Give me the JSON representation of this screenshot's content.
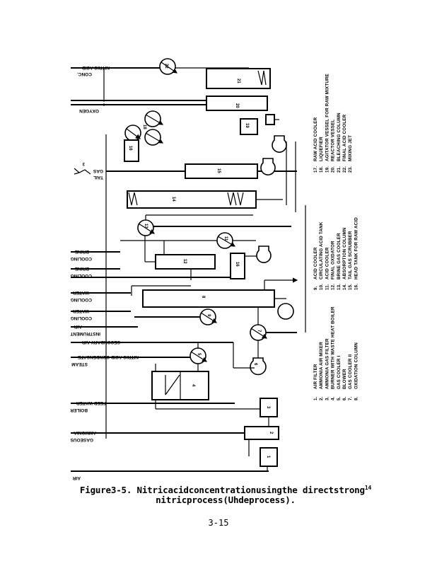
{
  "document": {
    "figure_caption_line1": "Figure3-5. Nitricacidconcentrationusingthe directstrong",
    "figure_caption_line2": "nitricprocess(Uhdeprocess).",
    "caption_reference": "14",
    "page_number": "3-15"
  },
  "stream_labels": {
    "nitric_acid": "NITRIC ACID",
    "conc": "CONC.",
    "oxygen": "OXYGEN",
    "gas": "GAS",
    "tail": "TAIL",
    "tail_gas_item_number": "3",
    "brine_1": "BRINE",
    "cooling_1": "COOLING",
    "brine_2": "BRINE",
    "cooling_2": "COOLING",
    "water_1": "WATER",
    "cooling_3": "COOLING",
    "water_2": "WATER",
    "cooling_4": "COOLING",
    "air_1": "AIR",
    "instrument": "INSTRUMENT",
    "secondary_air": "SECONDARY AIR",
    "nitric_acid_condensate": "NITRIC ACID CONDENSATE",
    "steam": "STEAM",
    "feed_water": "FEED WATER",
    "boiler": "BOILER",
    "ammonia": "AMMONIA",
    "gaseous": "GASEOUS",
    "air_2": "AIR"
  },
  "equipment_numbers": [
    "1",
    "2",
    "3",
    "4",
    "5",
    "6",
    "7",
    "8",
    "9",
    "10",
    "11",
    "12",
    "13",
    "14",
    "15",
    "16",
    "17",
    "18",
    "19",
    "20",
    "21",
    "22",
    "23"
  ],
  "legend": {
    "column1": [
      {
        "num": "1.",
        "text": "AIR FILTER"
      },
      {
        "num": "2.",
        "text": "AMMONIA AIR MIXER"
      },
      {
        "num": "3.",
        "text": "AMMONIA GAS FILTER"
      },
      {
        "num": "4.",
        "text": "BURNER WITH WASTE HEAT BOILER"
      },
      {
        "num": "5.",
        "text": "GAS COOLER I"
      },
      {
        "num": "6.",
        "text": "BLOWER"
      },
      {
        "num": "7.",
        "text": "GAS COOLER II"
      },
      {
        "num": "8.",
        "text": "OXIDATION COLUMN"
      }
    ],
    "column2": [
      {
        "num": "9.",
        "text": "ACID COOLER"
      },
      {
        "num": "10.",
        "text": "CIRCULATING ACID TANK"
      },
      {
        "num": "11.",
        "text": "ACID COOLER"
      },
      {
        "num": "12.",
        "text": "FINAL OXIDATOR"
      },
      {
        "num": "13.",
        "text": "BRINE GAS COOLER"
      },
      {
        "num": "14.",
        "text": "ABSORPTION COLUMN"
      },
      {
        "num": "15.",
        "text": "TAIL GAS SCRUBBER"
      },
      {
        "num": "16.",
        "text": "HEAD TANK FOR RAW ACID"
      }
    ],
    "column3": [
      {
        "num": "17.",
        "text": "RAW ACID COOLER"
      },
      {
        "num": "18.",
        "text": "LIQUEFIER"
      },
      {
        "num": "19.",
        "text": "AGITATOR VESSEL FOR RAW MIXTURE"
      },
      {
        "num": "20.",
        "text": "REACTOR VESSEL"
      },
      {
        "num": "21.",
        "text": "BLEACHING COLUMN"
      },
      {
        "num": "22.",
        "text": "FINAL ACID COOLER"
      },
      {
        "num": "23.",
        "text": "MIXING JET"
      }
    ]
  }
}
